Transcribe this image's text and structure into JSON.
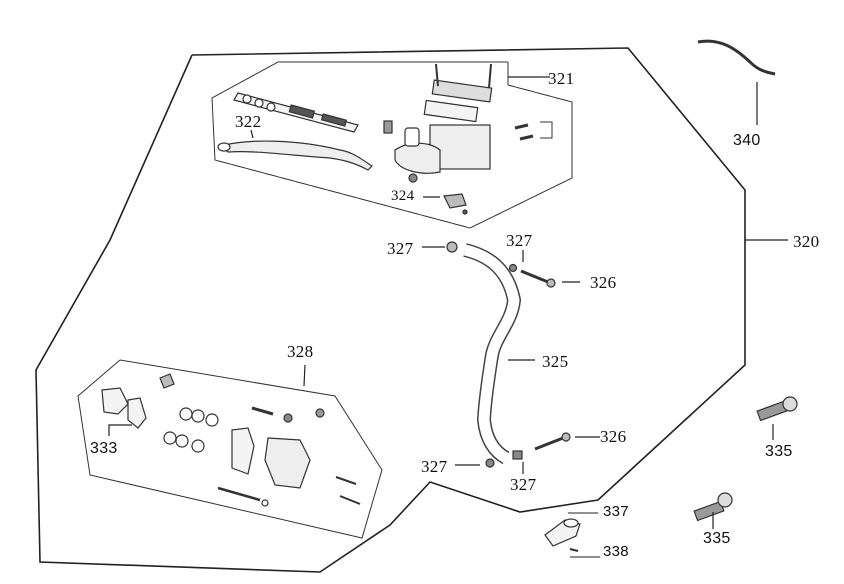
{
  "diagram": {
    "title": "Front brake master cylinder and caliper assembly exploded view",
    "colors": {
      "line": "#222222",
      "part_stroke": "#333333",
      "background": "#ffffff"
    },
    "labels": {
      "assembly_outer": "320",
      "master_cylinder": "321",
      "brake_lever": "322",
      "reservoir_clamp": "324",
      "brake_hose": "325",
      "banjo_bolt_top": "326",
      "banjo_bolt_bottom": "326",
      "washer_top_left": "327",
      "washer_top_right": "327",
      "washer_bottom_left": "327",
      "washer_bottom_right": "327",
      "caliper_assembly": "328",
      "brake_pads": "333",
      "mount_bolt_upper": "335",
      "mount_bolt_lower": "335",
      "hose_bracket": "337",
      "bracket_screw": "338",
      "brake_light_switch_wire": "340"
    }
  }
}
